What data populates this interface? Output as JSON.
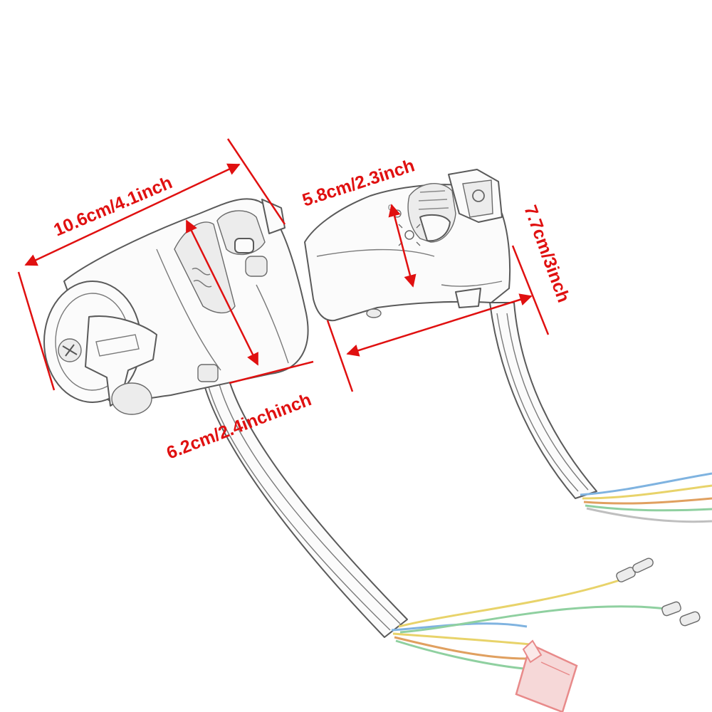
{
  "dimensions": {
    "left_length": "10.6cm/4.1inch",
    "left_width": "6.2cm/2.4inchinch",
    "right_top": "5.8cm/2.3inch",
    "right_length": "7.7cm/3inch"
  },
  "switch_icons": {
    "left_knob_icon": "wave-symbol-icon",
    "right_button_icon": "horn-icon",
    "right_toggle_icon": "headlight-icon"
  },
  "colors": {
    "dimension": "#e01010",
    "wire_blue": "#7fb3e0",
    "wire_yellow": "#e8d36a",
    "wire_orange": "#e0a060",
    "wire_green": "#8fd0a0",
    "connector": "#e88a8a"
  }
}
